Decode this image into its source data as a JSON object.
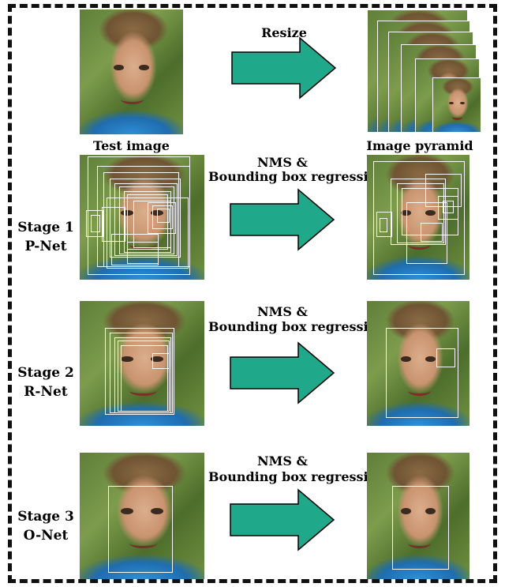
{
  "labels": {
    "resize": "Resize",
    "test_image": "Test image",
    "image_pyramid": "Image pyramid",
    "nms_line1": "NMS &",
    "nms_line2": "Bounding box regression"
  },
  "stages": [
    {
      "title": "Stage 1",
      "net": "P-Net"
    },
    {
      "title": "Stage 2",
      "net": "R-Net"
    },
    {
      "title": "Stage 3",
      "net": "O-Net"
    }
  ],
  "colors": {
    "arrow_fill": "#1fa88a",
    "arrow_stroke": "#000000",
    "box_stroke": "#ffffff",
    "frame_stroke": "#111111"
  },
  "icons": {
    "arrow": "right-block-arrow-icon"
  }
}
